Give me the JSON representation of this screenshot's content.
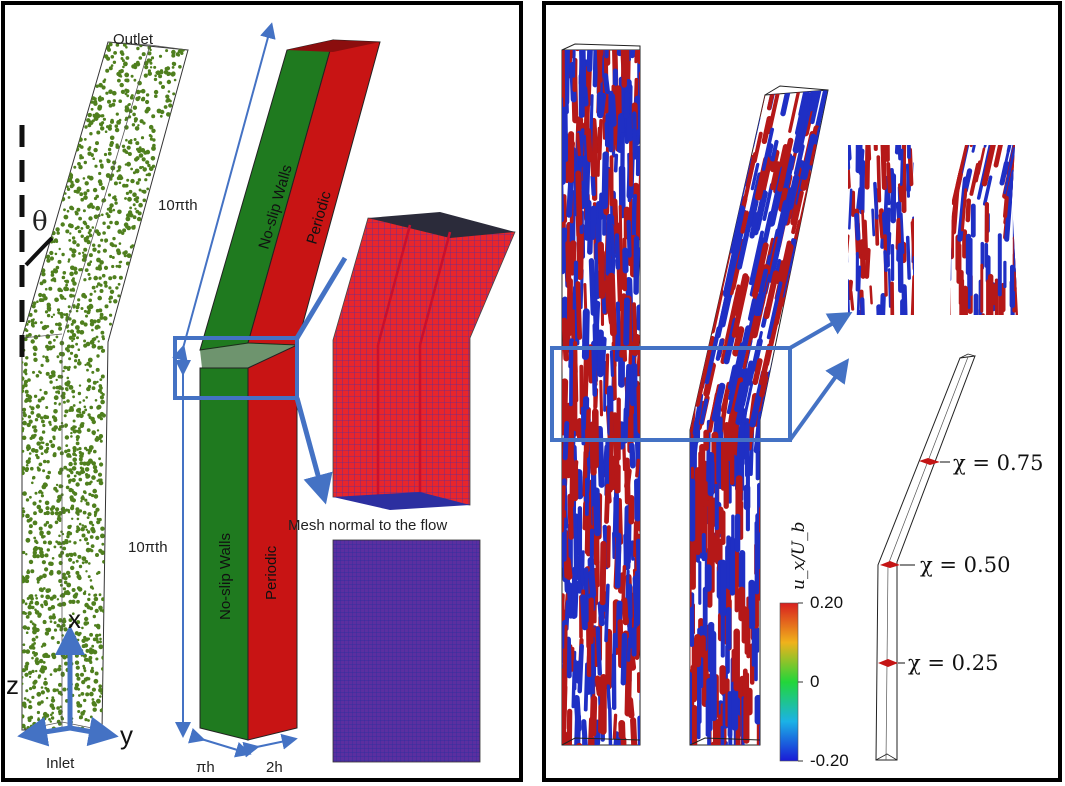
{
  "left_panel": {
    "outlet_label": "Outlet",
    "inlet_label": "Inlet",
    "theta_label": "θ",
    "length_upper_label": "10πth",
    "length_lower_label": "10πth",
    "axis_x_label": "x",
    "axis_y_label": "y",
    "axis_z_label": "z",
    "upper_wall_label": "No-slip Walls",
    "upper_periodic_label": "Periodic",
    "lower_wall_label": "No-slip Walls",
    "lower_periodic_label": "Periodic",
    "width_label": "πh",
    "depth_label": "2h",
    "mesh_caption": "Mesh normal to the flow",
    "colors": {
      "wall": "#1f7a1f",
      "periodic": "#c81414",
      "mesh_red": "#e8262b",
      "mesh_blue": "#3a2f9e",
      "arrow": "#4472c4",
      "particle": "#4f7f1e"
    }
  },
  "right_panel": {
    "colorbar_title": "u_x/U_b",
    "colorbar_ticks": [
      "0.20",
      "0",
      "-0.20"
    ],
    "chi_labels": [
      "χ = 0.75",
      "χ = 0.50",
      "χ = 0.25"
    ],
    "colors": {
      "positive": "#b51818",
      "negative": "#1f2fc4",
      "frame": "#4472c4"
    }
  }
}
